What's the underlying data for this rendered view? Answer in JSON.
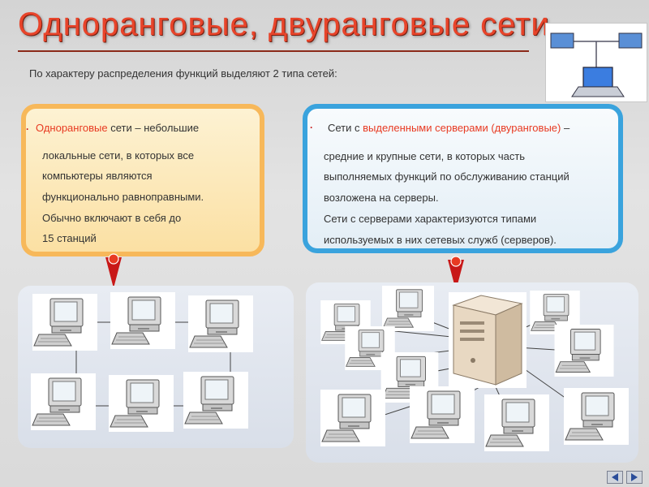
{
  "slide": {
    "title": "Одноранговые, двуранговые сети",
    "intro": "По характеру распределения функций выделяют 2 типа сетей:"
  },
  "peer_box": {
    "term": "Одноранговые",
    "line1_rest": " сети –  небольшие",
    "line2": "локальные сети, в которых все",
    "line3": "компьютеры являются",
    "line4": "функционально равноправными.",
    "line5": "Обычно включают в себя до",
    "line6": "15 станций"
  },
  "server_box": {
    "line1_start": "Сети  с ",
    "line1_highlight": "выделенными  серверами  (двуранговые)",
    "line1_end": " –",
    "line2": "средние и крупные сети, в которых часть",
    "line3": "выполняемых функций по обслуживанию станций",
    "line4": "возложена на серверы.",
    "line5": "Сети с серверами характеризуются типами",
    "line6": "используемых в них сетевых служб (серверов)."
  },
  "colors": {
    "title": "#e8442a",
    "peer_border": "#f7b85a",
    "server_border": "#3aa3dd",
    "highlight_text": "#e83a22",
    "arrow": "#c81818"
  },
  "icons": [
    "computer-icon",
    "server-icon",
    "laptop-icon",
    "nav-prev-icon",
    "nav-next-icon"
  ]
}
